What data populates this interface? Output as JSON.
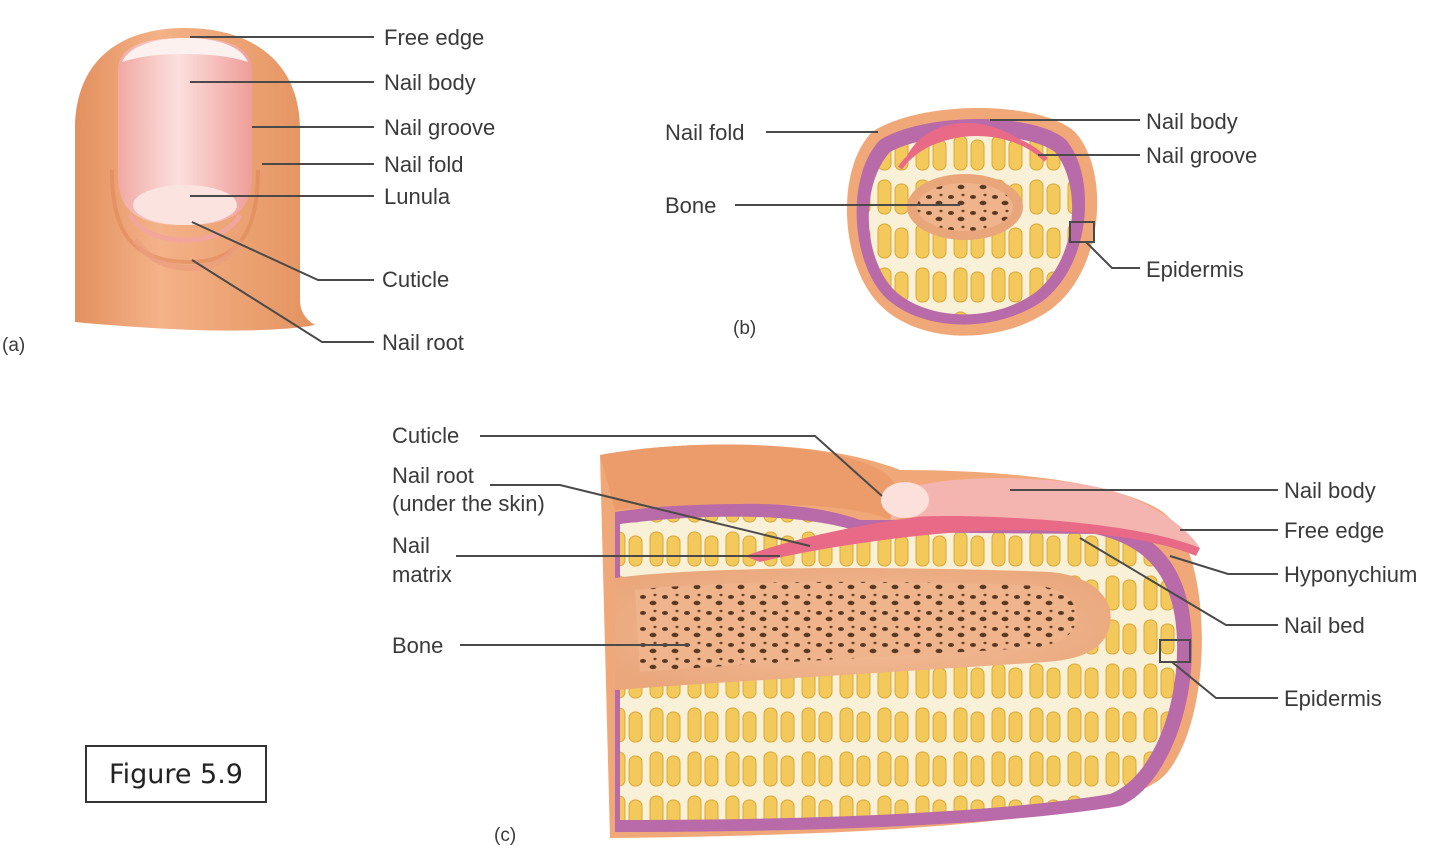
{
  "figure_title": "Figure 5.9",
  "colors": {
    "skin": "#f0a878",
    "skin_light": "#f6c4a0",
    "nail": "#f4b5b0",
    "nail_pink": "#e86a86",
    "epidermis": "#b96aa8",
    "dermis": "#f8f1d8",
    "fat": "#f2c95a",
    "bone": "#f0b48c",
    "marrow_dot": "#5a3a22"
  },
  "panel_a": {
    "panel_label": "(a)",
    "labels": {
      "free_edge": "Free edge",
      "nail_body": "Nail body",
      "nail_groove": "Nail groove",
      "nail_fold": "Nail fold",
      "lunula": "Lunula",
      "cuticle": "Cuticle",
      "nail_root": "Nail root"
    }
  },
  "panel_b": {
    "panel_label": "(b)",
    "labels": {
      "nail_fold": "Nail fold",
      "bone": "Bone",
      "nail_body": "Nail body",
      "nail_groove": "Nail groove",
      "epidermis": "Epidermis"
    }
  },
  "panel_c": {
    "panel_label": "(c)",
    "labels": {
      "cuticle": "Cuticle",
      "nail_root_1": "Nail root",
      "nail_root_2": "(under the skin)",
      "nail_matrix_1": "Nail",
      "nail_matrix_2": "matrix",
      "bone": "Bone",
      "nail_body": "Nail body",
      "free_edge": "Free edge",
      "hyponychium": "Hyponychium",
      "nail_bed": "Nail bed",
      "epidermis": "Epidermis"
    }
  }
}
